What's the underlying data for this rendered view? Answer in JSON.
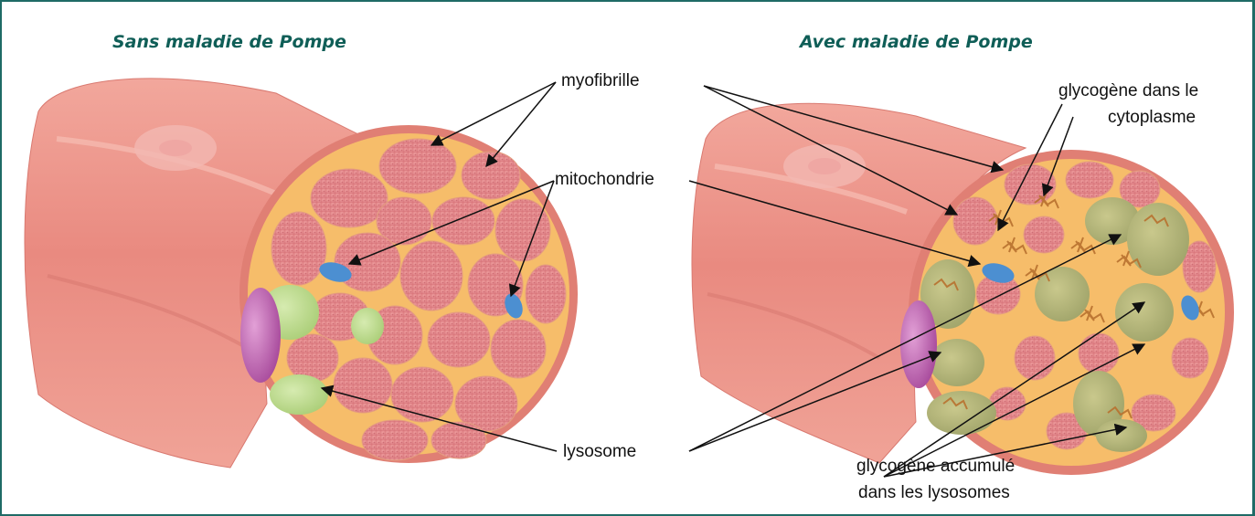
{
  "panels": {
    "left_title": "Sans maladie de Pompe",
    "right_title": "Avec maladie de Pompe"
  },
  "labels": {
    "myofibril": "myofibrille",
    "mitochondria": "mitochondrie",
    "lysosome": "lysosome",
    "cyto_glycogen_line1": "glycogène dans le",
    "cyto_glycogen_line2": "cytoplasme",
    "accum_glycogen_line1": "glycogène accumulé",
    "accum_glycogen_line2": "dans les lysosomes"
  },
  "colors": {
    "frame": "#1f6b66",
    "title": "#0f5e57",
    "muscle": "#e7887f",
    "myofibril": "#e28a8c",
    "lysosome": "#bcd98d",
    "swollen_lysosome": "#b0b27a",
    "mitochondria": "#4c8fd1",
    "nucleus": "#b95aa8",
    "glycogen": "#b8712f",
    "interstitial": "#f6b85a"
  }
}
